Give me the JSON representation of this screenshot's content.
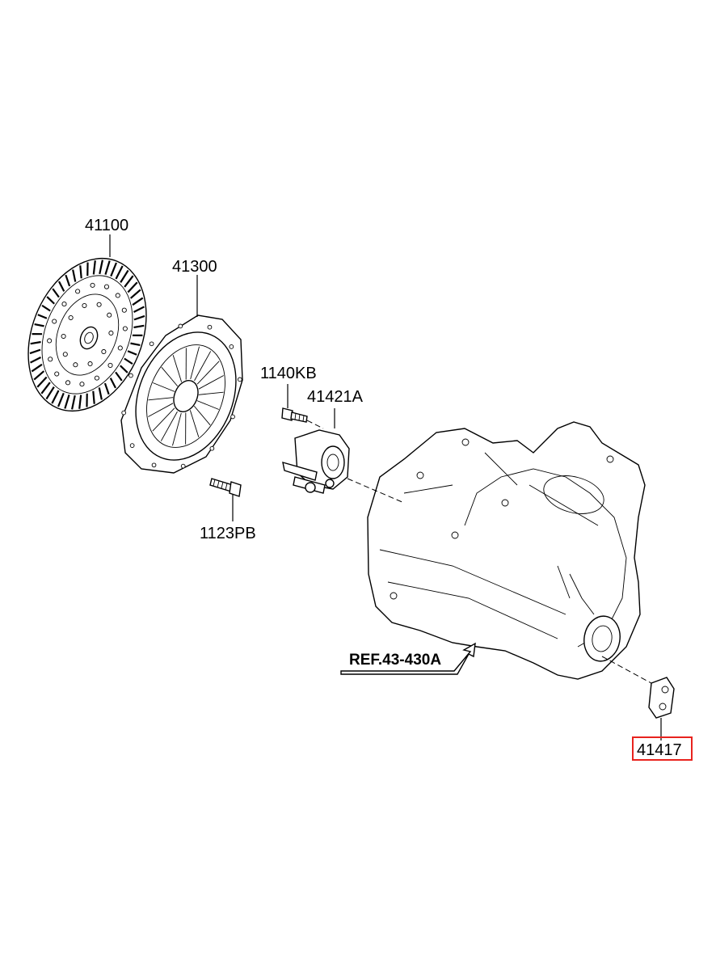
{
  "parts": {
    "clutch_disc": "41100",
    "clutch_cover": "41300",
    "bolt_1140": "1140KB",
    "release_cylinder": "41421A",
    "bolt_1123": "1123PB",
    "reference": "REF.43-430A",
    "plug": "41417"
  },
  "highlight": {
    "part": "41417",
    "color": "#e8231e"
  }
}
